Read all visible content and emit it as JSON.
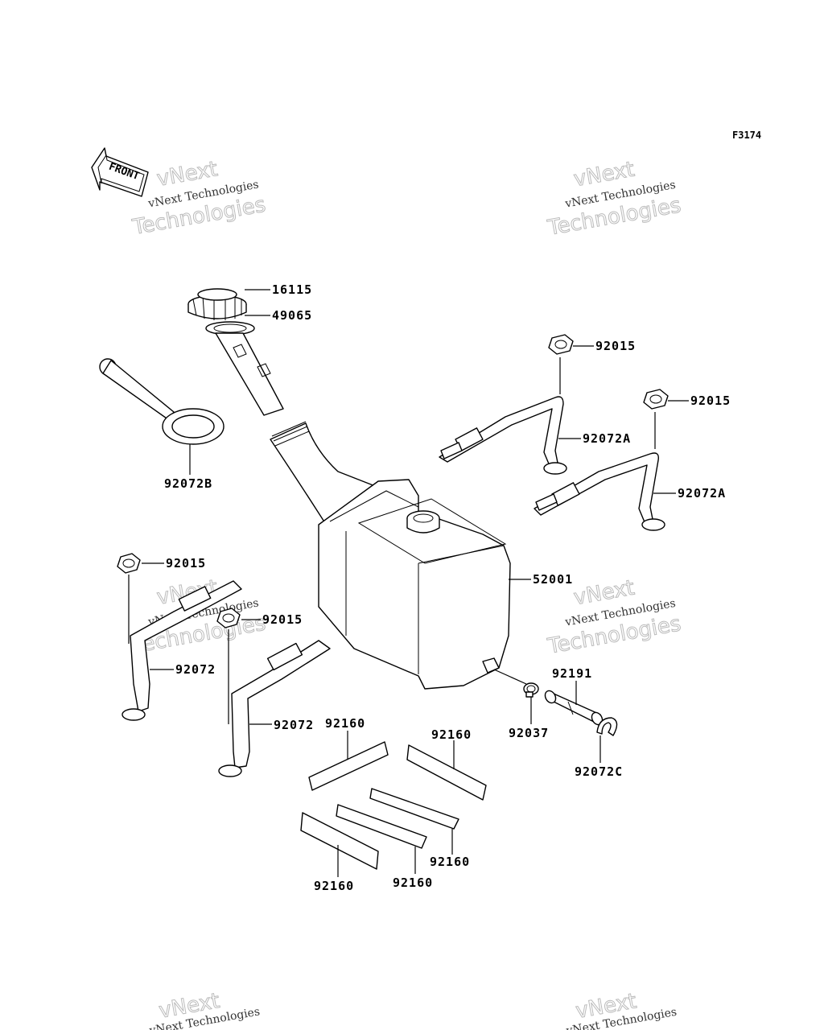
{
  "figure_id": "F3174",
  "front_marker": "FRONT",
  "watermark": {
    "line": "vNext Technologies",
    "outline_top": "vNext",
    "outline_bottom": "Technologies"
  },
  "parts": {
    "cap": "16115",
    "gasket": "49065",
    "strap_b": "92072B",
    "nut_tr1": "92015",
    "strap_a1": "92072A",
    "nut_tr2": "92015",
    "strap_a2": "92072A",
    "tank": "52001",
    "nut_l1": "92015",
    "nut_l2": "92015",
    "strap_l1": "92072",
    "strap_l2": "92072",
    "pad_1": "92160",
    "pad_2": "92160",
    "pad_3": "92160",
    "pad_4": "92160",
    "pad_5": "92160",
    "hose": "92191",
    "clamp": "92037",
    "clip": "92072C"
  }
}
